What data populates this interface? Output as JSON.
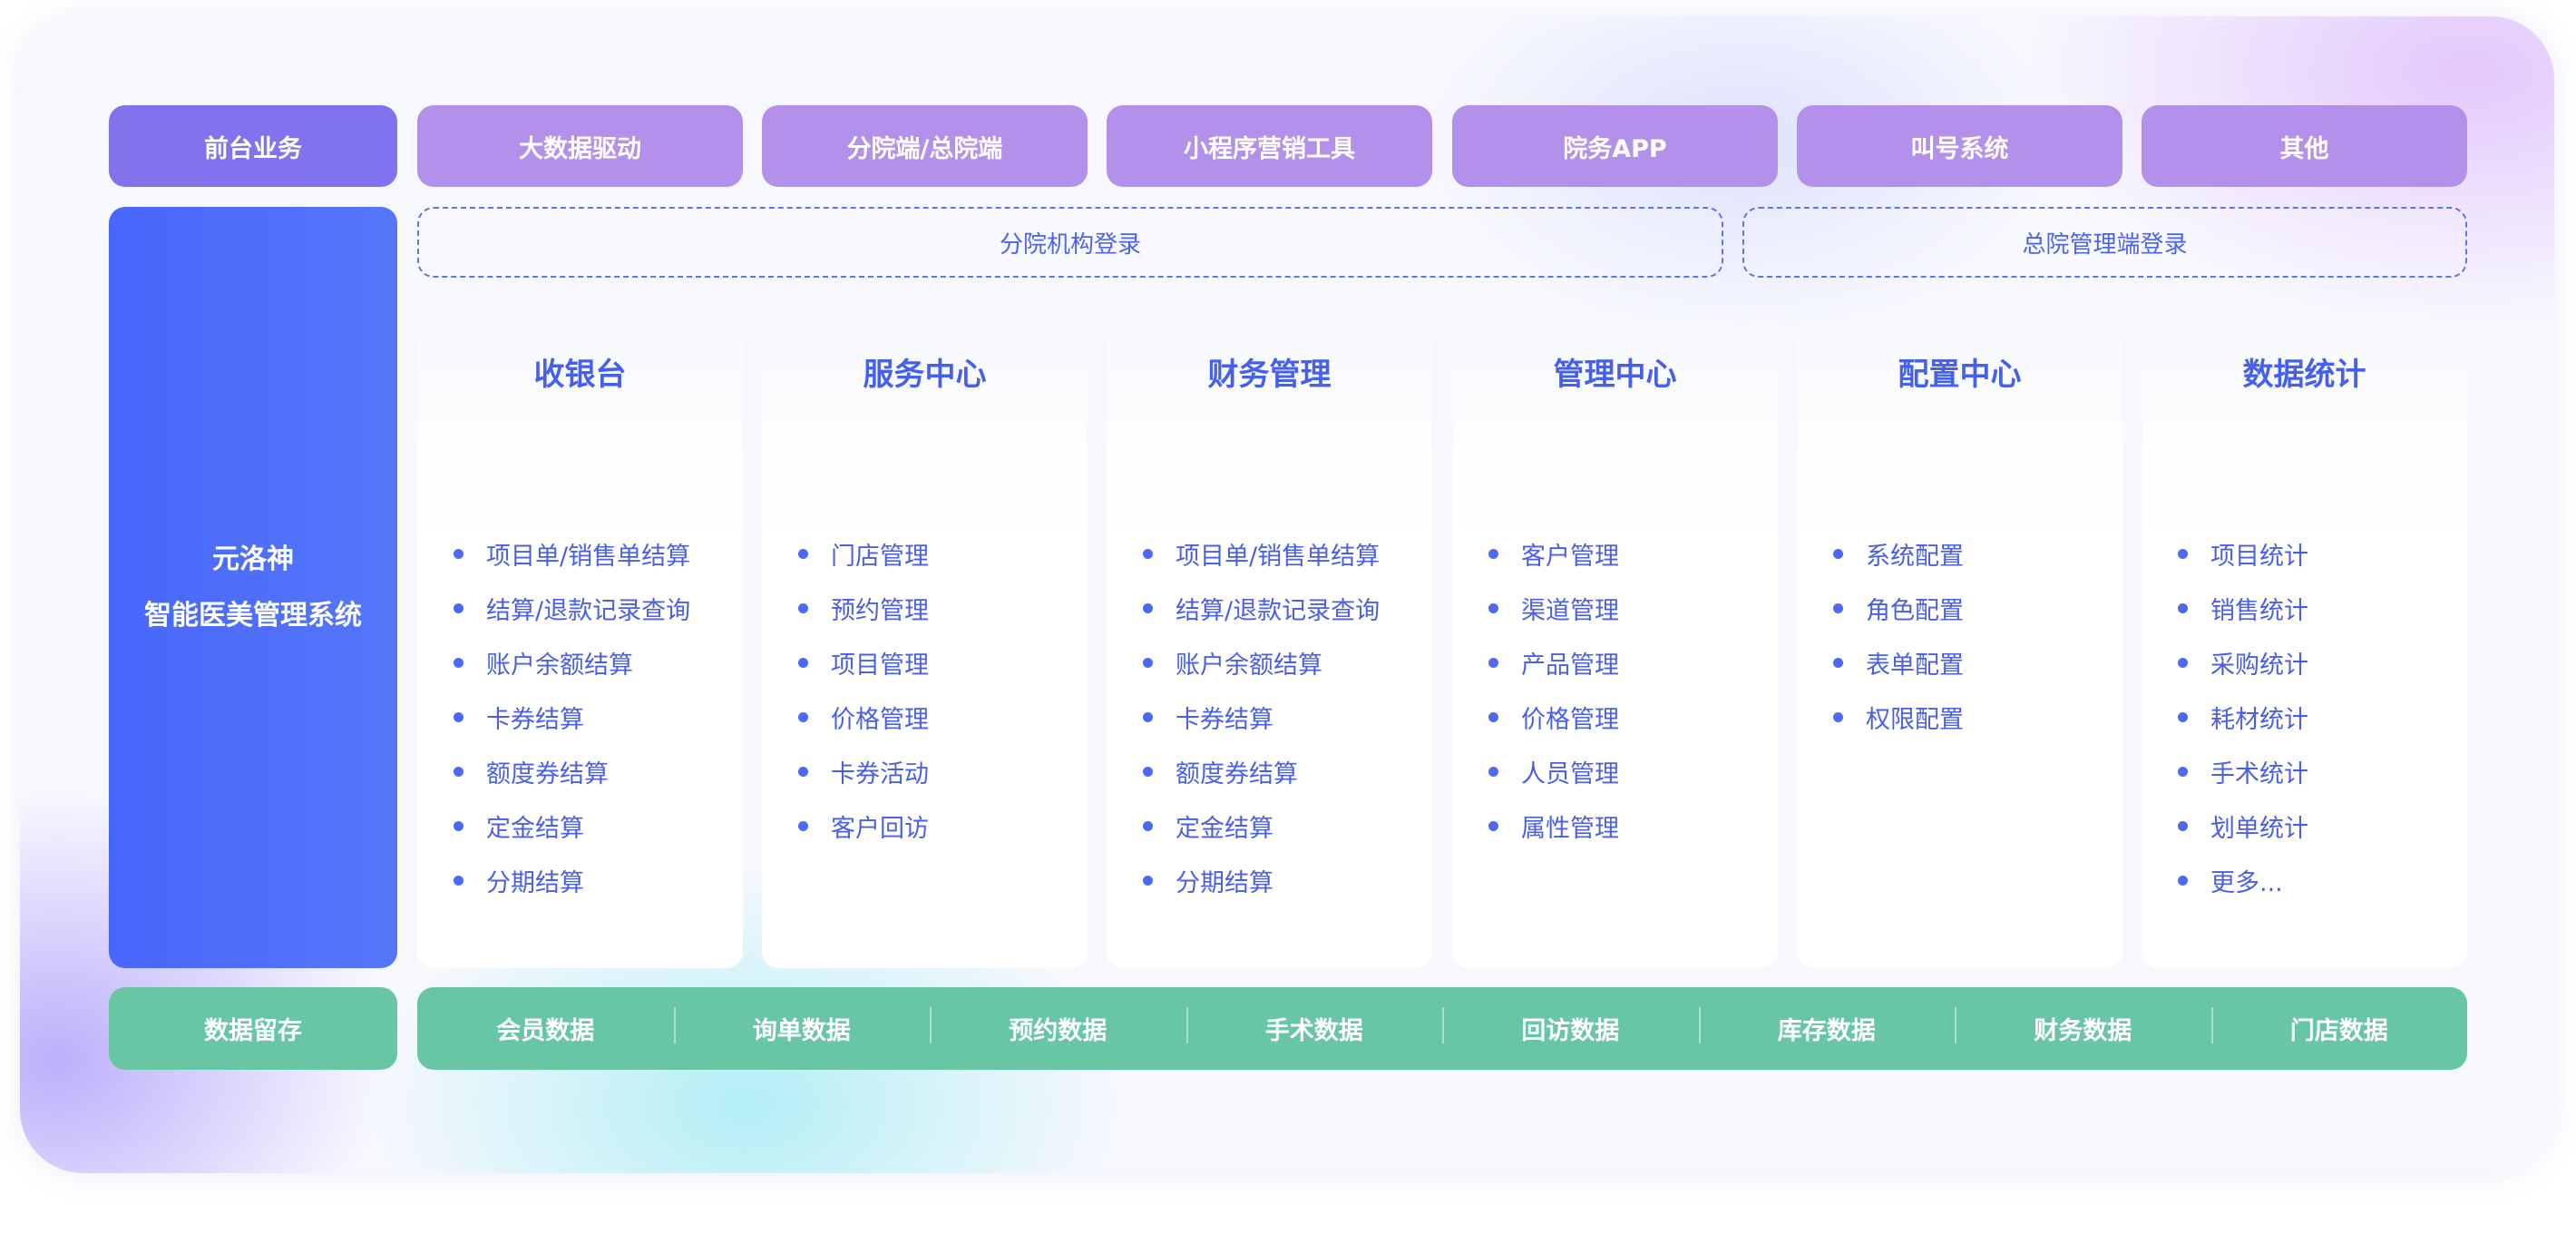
{
  "top_row": {
    "front_label": "前台业务",
    "items": [
      "大数据驱动",
      "分院端/总院端",
      "小程序营销工具",
      "院务APP",
      "叫号系统",
      "其他"
    ]
  },
  "system": {
    "line1": "元洛神",
    "line2": "智能医美管理系统"
  },
  "logins": {
    "branch": "分院机构登录",
    "hq": "总院管理端登录"
  },
  "modules": [
    {
      "title": "收银台",
      "items": [
        "项目单/销售单结算",
        "结算/退款记录查询",
        "账户余额结算",
        "卡券结算",
        "额度券结算",
        "定金结算",
        "分期结算"
      ]
    },
    {
      "title": "服务中心",
      "items": [
        "门店管理",
        "预约管理",
        "项目管理",
        "价格管理",
        "卡券活动",
        "客户回访"
      ]
    },
    {
      "title": "财务管理",
      "items": [
        "项目单/销售单结算",
        "结算/退款记录查询",
        "账户余额结算",
        "卡券结算",
        "额度券结算",
        "定金结算",
        "分期结算"
      ]
    },
    {
      "title": "管理中心",
      "items": [
        "客户管理",
        "渠道管理",
        "产品管理",
        "价格管理",
        "人员管理",
        "属性管理"
      ]
    },
    {
      "title": "配置中心",
      "items": [
        "系统配置",
        "角色配置",
        "表单配置",
        "权限配置"
      ]
    },
    {
      "title": "数据统计",
      "items": [
        "项目统计",
        "销售统计",
        "采购统计",
        "耗材统计",
        "手术统计",
        "划单统计",
        "更多..."
      ]
    }
  ],
  "data_row": {
    "label": "数据留存",
    "items": [
      "会员数据",
      "询单数据",
      "预约数据",
      "手术数据",
      "回访数据",
      "库存数据",
      "财务数据",
      "门店数据"
    ]
  },
  "colors": {
    "primary": "#4866fb",
    "purple": "#b391ea",
    "green": "#69c6a4"
  }
}
